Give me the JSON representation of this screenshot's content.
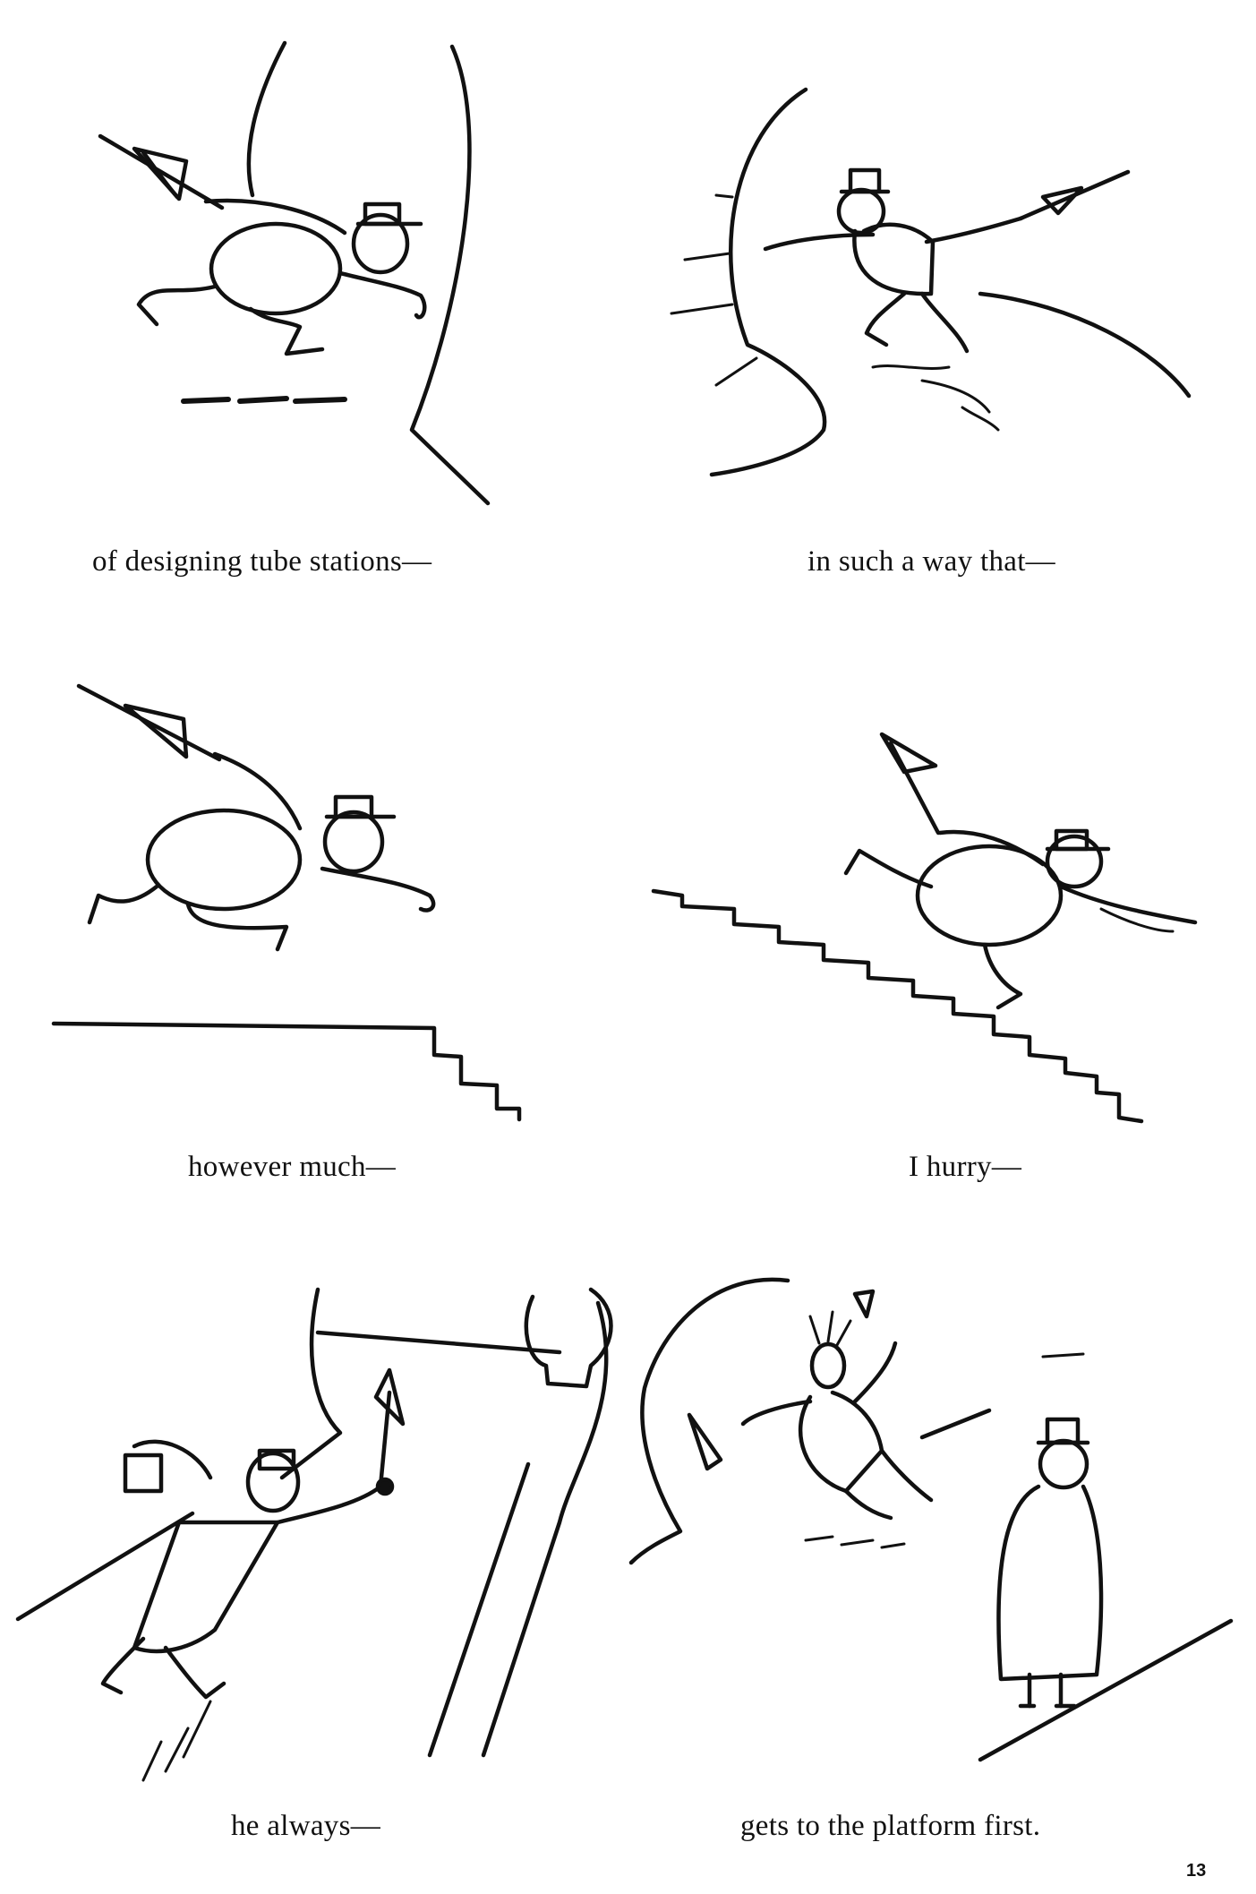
{
  "panels": [
    {
      "caption": "of designing tube stations—"
    },
    {
      "caption": "in such a way that—"
    },
    {
      "caption": "however much—"
    },
    {
      "caption": "I hurry—"
    },
    {
      "caption": "he always—"
    },
    {
      "caption": "gets to the platform first."
    }
  ],
  "page_number": "13",
  "illustration": {
    "style": "black ink line drawing",
    "colors": {
      "ink": "#111111",
      "paper": "#ffffff"
    }
  }
}
